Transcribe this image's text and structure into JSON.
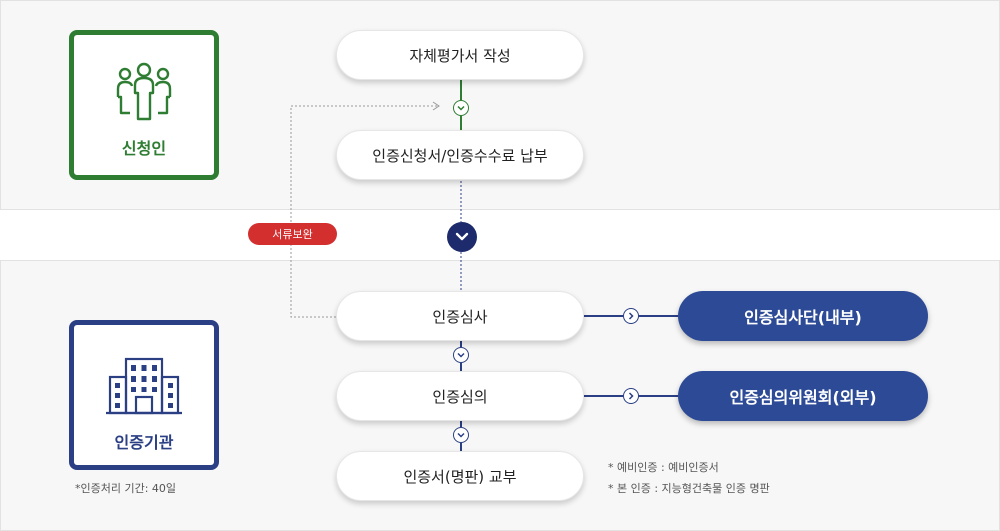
{
  "applicant": {
    "label": "신청인",
    "icon": "people-group-icon"
  },
  "institution": {
    "label": "인증기관",
    "icon": "building-icon",
    "note": "*인증처리 기간: 40일"
  },
  "steps": {
    "self_eval": "자체평가서 작성",
    "application": "인증신청서/인증수수료 납부",
    "review": "인증심사",
    "deliberation": "인증심의",
    "issue": "인증서(명판) 교부"
  },
  "bodies": {
    "review_team": "인증심사단(내부)",
    "committee": "인증심의위원회(외부)"
  },
  "supplement_badge": "서류보완",
  "footnotes": {
    "line1": "* 예비인증 : 예비인증서",
    "line2": "* 본 인증 : 지능형건축물 인증 명판"
  },
  "colors": {
    "green": "#2e7d32",
    "navy": "#2a3f84",
    "dark_button": "#2d4a96",
    "red": "#d32f2f"
  }
}
